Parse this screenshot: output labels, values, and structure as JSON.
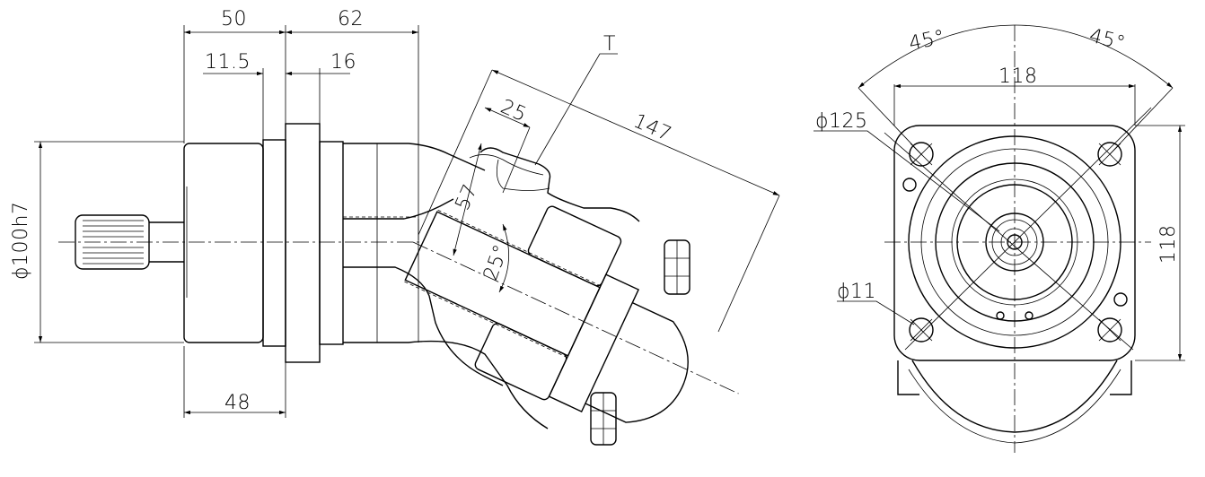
{
  "side_view": {
    "dims": {
      "flange_width": "50",
      "housing_len": "62",
      "step": "11.5",
      "flange_thick": "16",
      "bottom_len": "48",
      "pilot_diameter": "ϕ100h7",
      "tilt_len": "25",
      "total_len": "147",
      "head_dim": "57",
      "tilt_angle": "25°",
      "port_label": "T"
    }
  },
  "front_view": {
    "dims": {
      "angle_left": "45°",
      "angle_right": "45°",
      "width": "118",
      "height": "118",
      "bolt_circle": "ϕ125",
      "hole_dia": "ϕ11"
    }
  }
}
